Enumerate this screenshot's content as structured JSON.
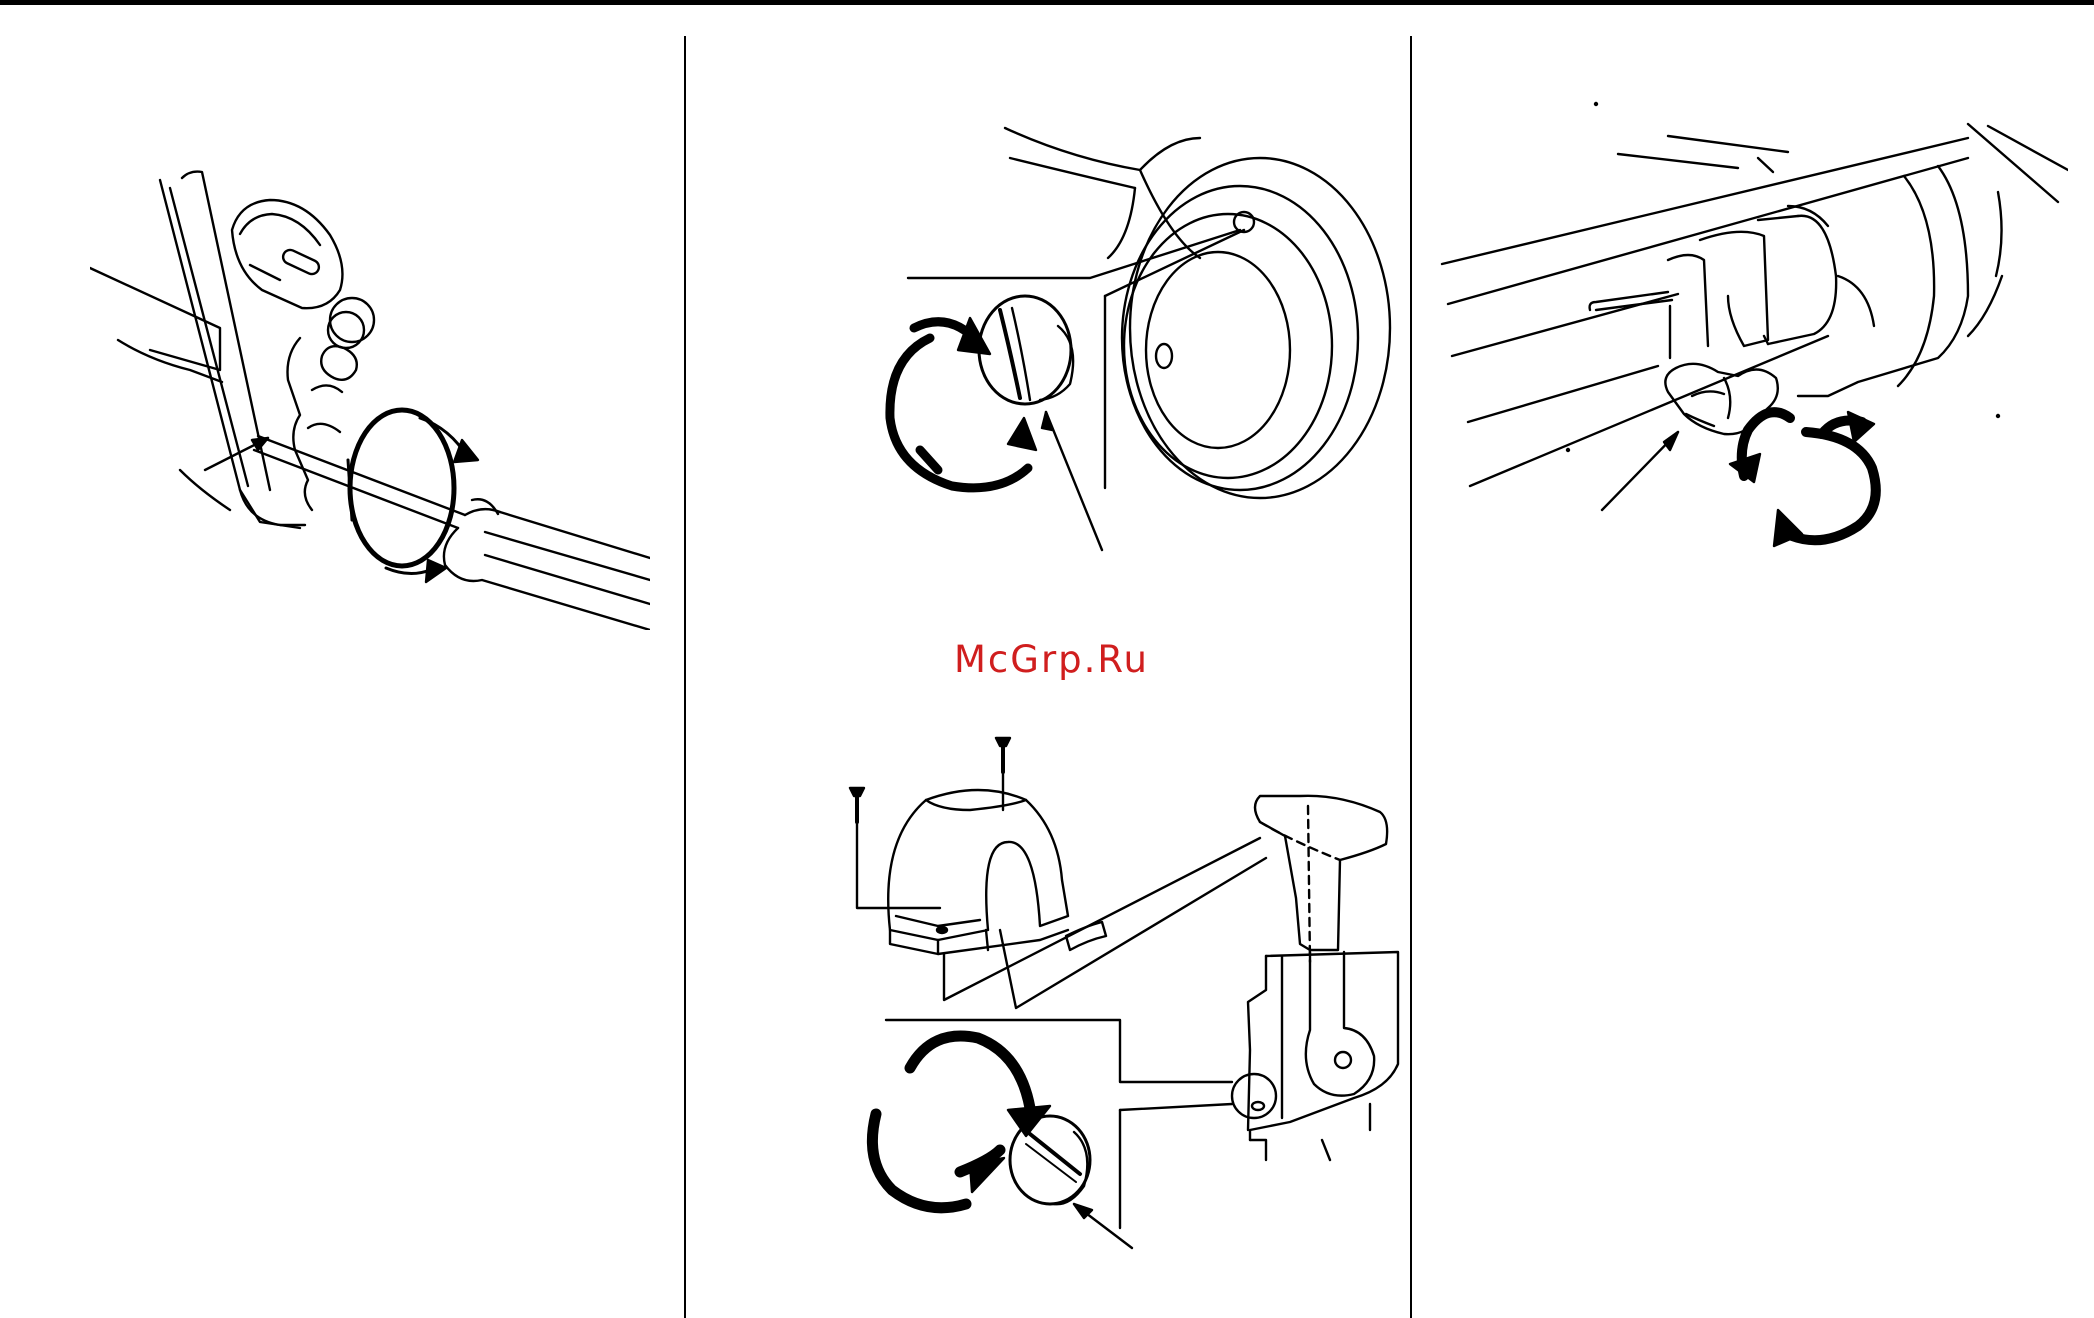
{
  "watermark": {
    "text": "McGrp.Ru",
    "color": "#d01e1e"
  },
  "colors": {
    "ink": "#000000",
    "paper": "#ffffff"
  },
  "figures": [
    {
      "id": "fig-a",
      "icon": "screwdriver-key-switch-illustration"
    },
    {
      "id": "fig-b",
      "icon": "slotted-cap-wheel-hub-illustration"
    },
    {
      "id": "fig-c",
      "icon": "clamp-cover-lever-illustration"
    },
    {
      "id": "fig-d",
      "icon": "shaft-wing-nut-illustration"
    }
  ]
}
